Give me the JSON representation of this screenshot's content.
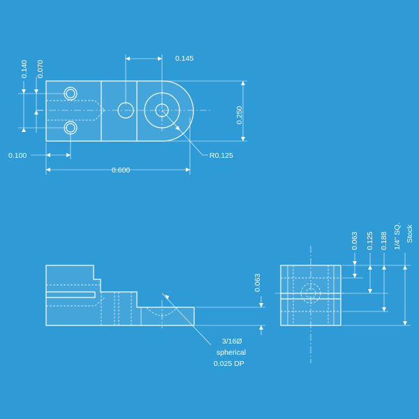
{
  "dimensions": {
    "hole_spacing": "0.140",
    "hole_offset": "0.070",
    "center_hole_pos": "0.145",
    "height": "0.250",
    "radius": "R0.125",
    "edge_offset": "0.100",
    "length": "0.600",
    "step_depth_side": "0.063",
    "step_depth_end": "0.063",
    "end_0125": "0.125",
    "end_0188": "0.188",
    "stock_line1": "1/4\" SQ.",
    "stock_line2": "Stock"
  },
  "note": {
    "line1": "3/16Ø",
    "line2": "spherical",
    "line3": "0.025 DP"
  }
}
